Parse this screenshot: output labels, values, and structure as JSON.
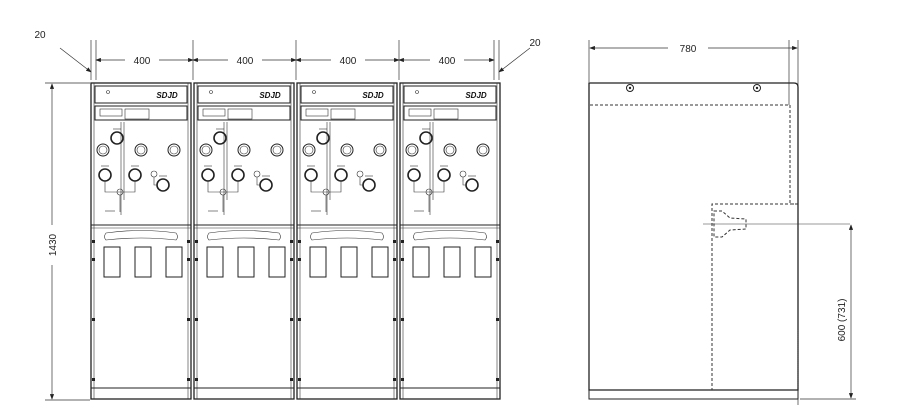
{
  "front_view": {
    "dims": {
      "left_gap": "20",
      "right_gap": "20",
      "panel_widths": [
        "400",
        "400",
        "400",
        "400"
      ],
      "height": "1430"
    },
    "panel_count": 4,
    "logo_text": "SDJD"
  },
  "side_view": {
    "dims": {
      "depth": "780",
      "bushing_height": "600 (731)"
    }
  }
}
